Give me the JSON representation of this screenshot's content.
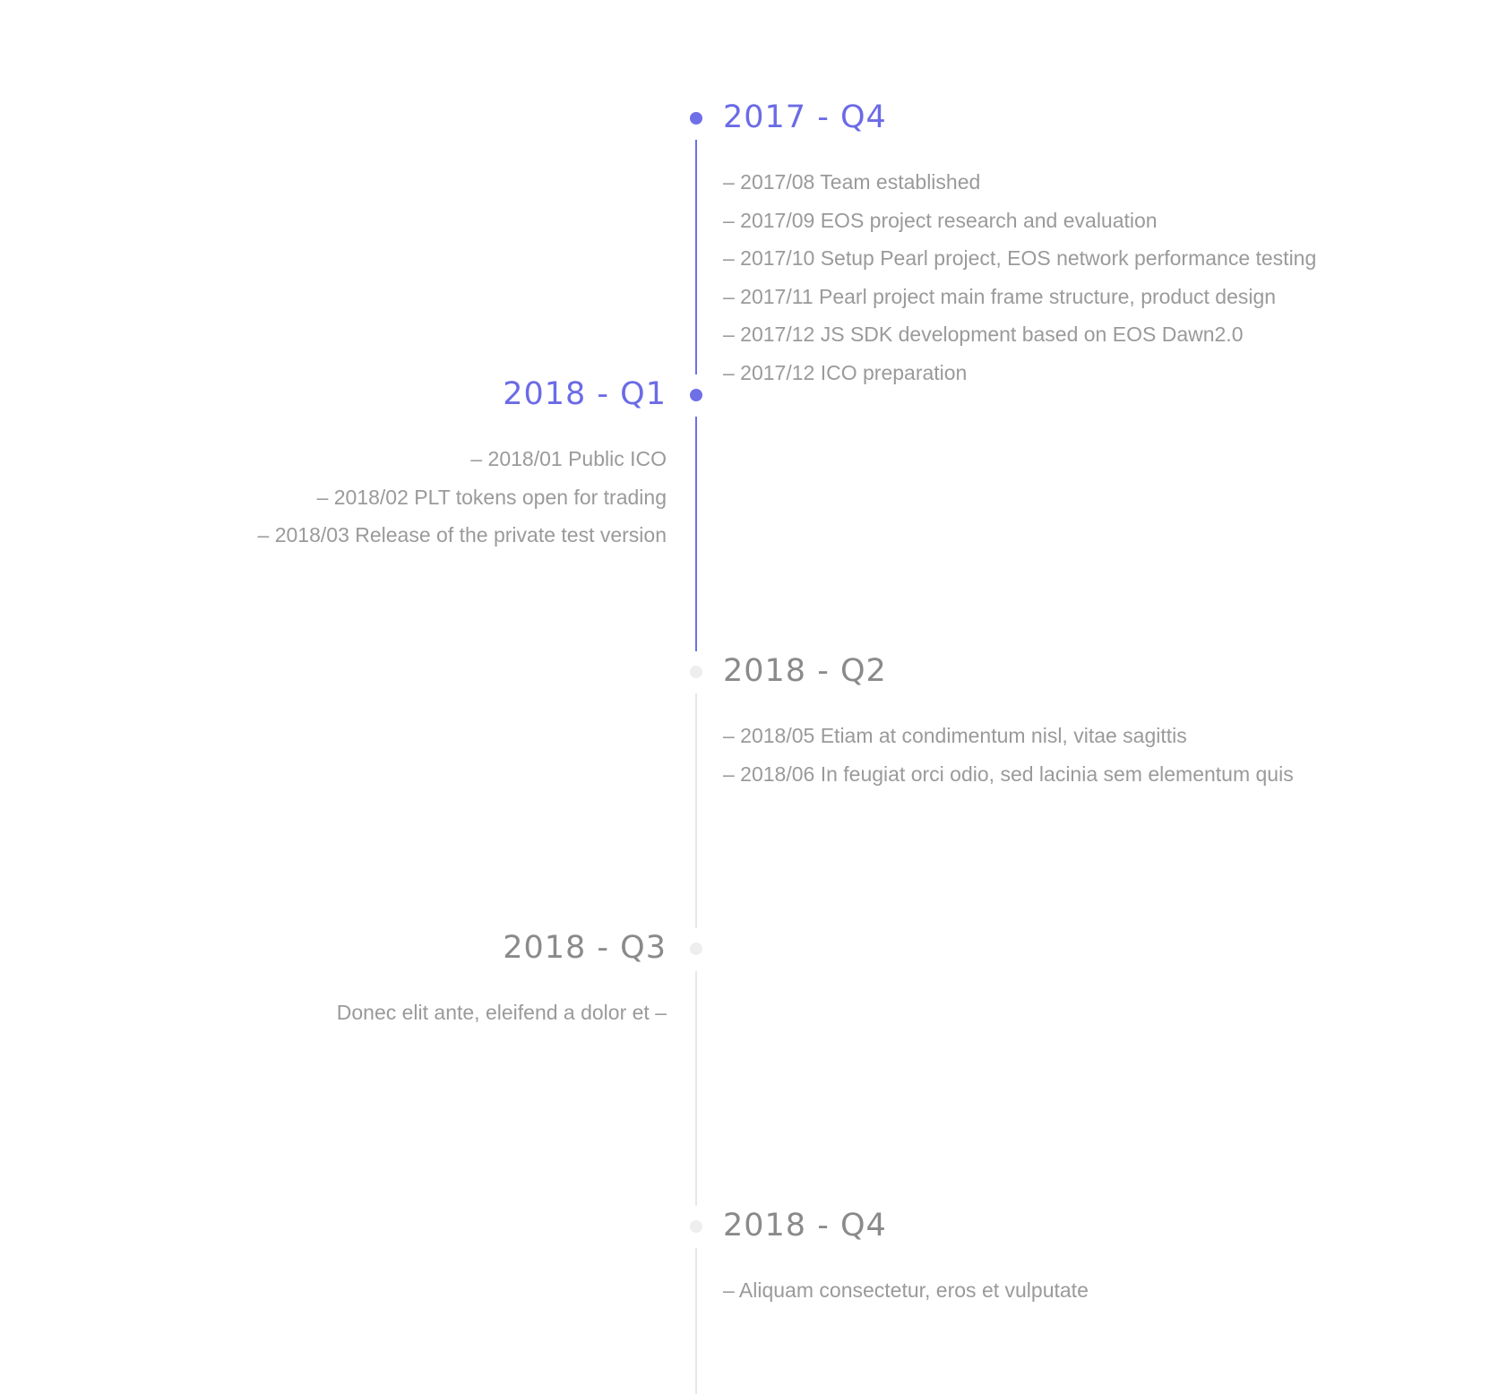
{
  "timeline": {
    "accent_color": "#6f6fe8",
    "inactive_color": "#e8e8e8",
    "milestones": [
      {
        "title": "2017 - Q4",
        "status": "active",
        "side": "right",
        "items": [
          "– 2017/08 Team established",
          "– 2017/09 EOS project research and evaluation",
          "– 2017/10 Setup Pearl project, EOS network performance testing",
          "– 2017/11 Pearl project main frame structure, product design",
          "– 2017/12 JS SDK development based on EOS Dawn2.0",
          "– 2017/12 ICO preparation"
        ]
      },
      {
        "title": "2018 - Q1",
        "status": "active",
        "side": "left",
        "items": [
          "– 2018/01 Public ICO",
          "– 2018/02 PLT tokens open for trading",
          "– 2018/03 Release of the private test version"
        ]
      },
      {
        "title": "2018 - Q2",
        "status": "inactive",
        "side": "right",
        "items": [
          "– 2018/05 Etiam at condimentum nisl, vitae sagittis",
          "– 2018/06 In feugiat orci odio, sed lacinia sem elementum quis"
        ]
      },
      {
        "title": "2018 - Q3",
        "status": "inactive",
        "side": "left",
        "items": [
          "Donec elit ante, eleifend a dolor et –"
        ]
      },
      {
        "title": "2018 - Q4",
        "status": "inactive",
        "side": "right",
        "items": [
          "– Aliquam consectetur, eros et vulputate"
        ]
      }
    ]
  }
}
